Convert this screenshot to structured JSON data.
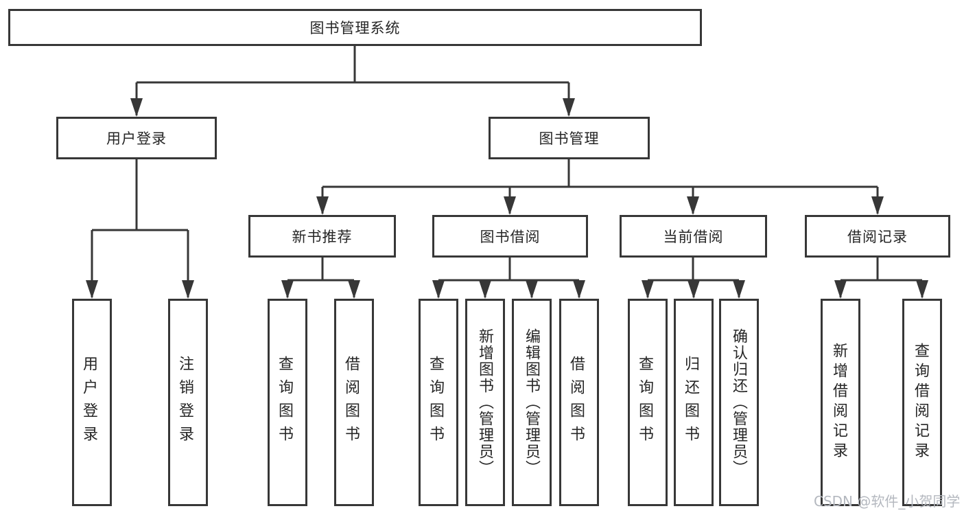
{
  "diagram": {
    "root": {
      "label": "图书管理系统"
    },
    "level2": [
      {
        "label": "用户登录"
      },
      {
        "label": "图书管理"
      }
    ],
    "level3": [
      {
        "label": "新书推荐"
      },
      {
        "label": "图书借阅"
      },
      {
        "label": "当前借阅"
      },
      {
        "label": "借阅记录"
      }
    ],
    "leaves": {
      "user_login": [
        "用户登录",
        "注销登录"
      ],
      "new_book": [
        "查询图书",
        "借阅图书"
      ],
      "book_borrow": [
        "查询图书",
        "新增图书（管理员）",
        "编辑图书（管理员）",
        "借阅图书"
      ],
      "current_borrow": [
        "查询图书",
        "归还图书",
        "确认归还（管理员）"
      ],
      "borrow_records": [
        "新增借阅记录",
        "查询借阅记录"
      ]
    }
  },
  "watermark": {
    "text": "CSDN @软件_小贺同学"
  },
  "colors": {
    "line": "#373737",
    "box-border": "#373737",
    "text": "#262626",
    "watermark": "#b4b8bf",
    "background": "#ffffff"
  }
}
